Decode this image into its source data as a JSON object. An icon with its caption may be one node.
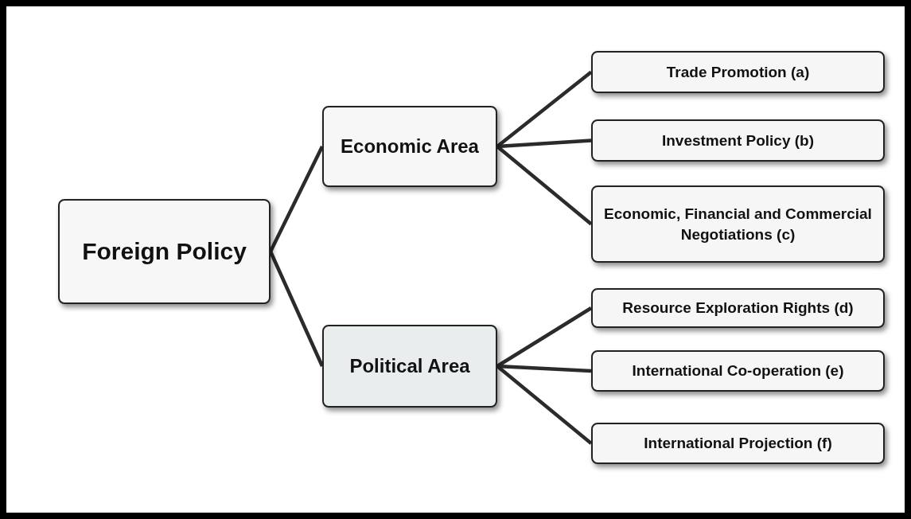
{
  "diagram": {
    "nodes": [
      {
        "text": [
          "Foreign Policy"
        ]
      },
      {
        "text": [
          "Economic Area"
        ]
      },
      {
        "text": [
          "Political Area"
        ]
      },
      {
        "text": [
          "Trade Promotion (a)"
        ]
      },
      {
        "text": [
          "Investment Policy (b)"
        ]
      },
      {
        "text": [
          "Economic, Financial and Commercial Negotiations (c)"
        ]
      },
      {
        "text": [
          "Resource Exploration Rights (d)"
        ]
      },
      {
        "text": [
          "International Co-operation (e)"
        ]
      },
      {
        "text": [
          "International Projection (f)"
        ]
      }
    ],
    "edges": [
      {
        "from": 0,
        "to": 1,
        "arrow": "none"
      },
      {
        "from": 0,
        "to": 2,
        "arrow": "none"
      },
      {
        "from": 1,
        "to": 3,
        "arrow": "none"
      },
      {
        "from": 1,
        "to": 4,
        "arrow": "none"
      },
      {
        "from": 1,
        "to": 5,
        "arrow": "none"
      },
      {
        "from": 2,
        "to": 6,
        "arrow": "none"
      },
      {
        "from": 2,
        "to": 7,
        "arrow": "none"
      },
      {
        "from": 2,
        "to": 8,
        "arrow": "none"
      }
    ]
  }
}
